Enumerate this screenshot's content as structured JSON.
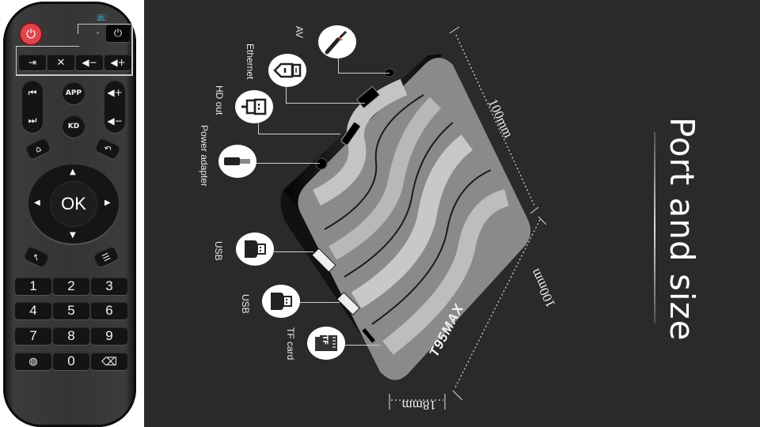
{
  "remote": {
    "power_icon": "power-icon",
    "tv_icon": "tv-icon",
    "tv_power_icon": "power-icon",
    "top_row": [
      "⇥",
      "🔇",
      "◀−",
      "◀+"
    ],
    "top_row_names": [
      "input-source",
      "mute",
      "volume-down",
      "volume-up"
    ],
    "left_pill": {
      "top": "⏮",
      "bottom": "⏭"
    },
    "right_pill": {
      "top": "◀+",
      "bottom": "◀−"
    },
    "app_label": "APP",
    "kd_label": "KD",
    "home_icon": "⌂",
    "back_icon": "↶",
    "ok_label": "OK",
    "arrows": {
      "up": "▲",
      "down": "▼",
      "left": "◀",
      "right": "▶"
    },
    "mouse_icon": "↖",
    "menu_icon": "☰",
    "keypad": [
      "1",
      "2",
      "3",
      "4",
      "5",
      "6",
      "7",
      "8",
      "9",
      "🌐",
      "0",
      "⌫"
    ]
  },
  "diagram": {
    "title": "Port and size",
    "brand": "T95MAX",
    "ports": [
      {
        "label": "AV",
        "icon": "av-cable-icon"
      },
      {
        "label": "Ethernet",
        "icon": "ethernet-plug-icon"
      },
      {
        "label": "HD out",
        "icon": "hdmi-plug-icon"
      },
      {
        "label": "Power adapter",
        "icon": "dc-plug-icon"
      },
      {
        "label": "USB",
        "icon": "usb-plug-icon"
      },
      {
        "label": "USB",
        "icon": "usb-plug-icon"
      },
      {
        "label": "TF card",
        "icon": "tf-card-icon"
      }
    ],
    "tf_text": "TF",
    "dimensions": {
      "length": "100mm",
      "width": "100mm",
      "height": "18mm"
    }
  }
}
